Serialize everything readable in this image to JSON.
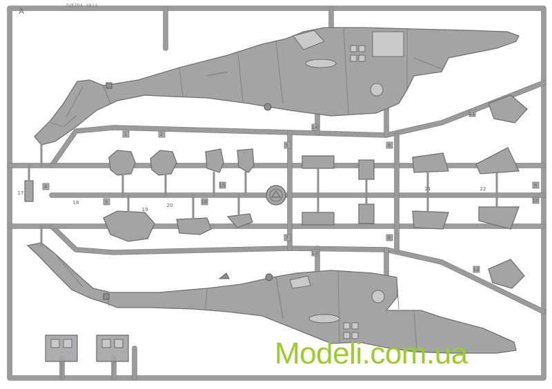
{
  "image": {
    "subject": "plastic model kit sprue with helicopter fuselage halves",
    "sprue_letter": "A",
    "manufacturer_code": "ZVEZDA 4823",
    "watermark_text": "Modeli.com.ua",
    "colors": {
      "background": "#ffffff",
      "plastic": "#a3a4a6",
      "runner": "#9a9b9d",
      "watermark": "#9ccc2c"
    },
    "part_numbers": [
      "1",
      "2",
      "3",
      "4",
      "5",
      "6",
      "7",
      "8",
      "9",
      "10",
      "11",
      "12",
      "13",
      "14",
      "15",
      "16",
      "17",
      "18",
      "19",
      "20",
      "21",
      "22"
    ]
  }
}
